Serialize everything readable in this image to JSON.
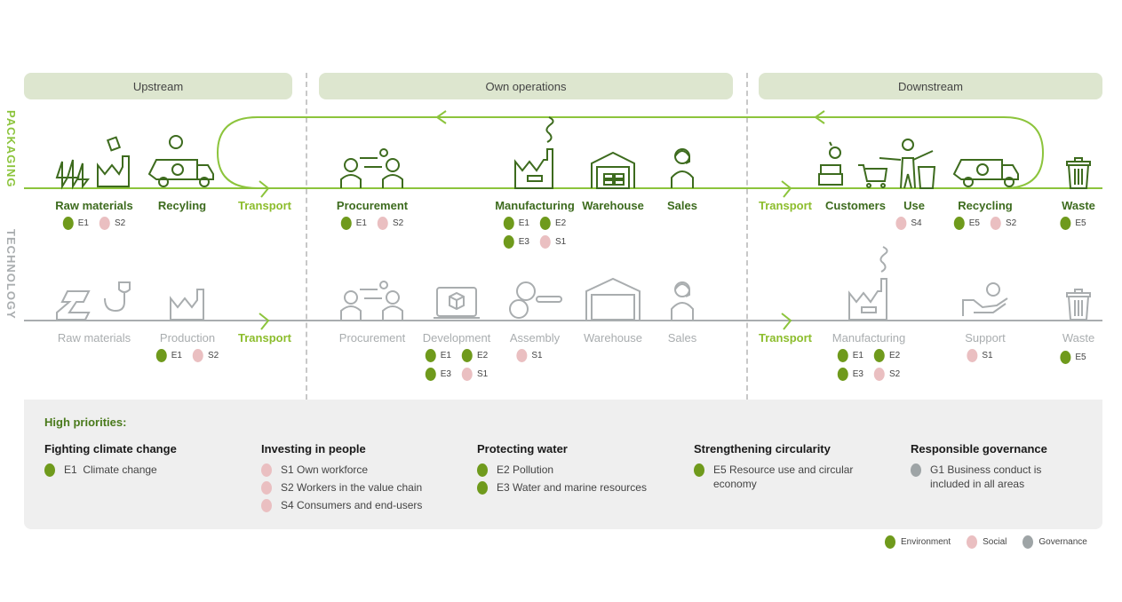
{
  "sections": [
    {
      "id": "upstream",
      "label": "Upstream"
    },
    {
      "id": "own",
      "label": "Own operations"
    },
    {
      "id": "downstream",
      "label": "Downstream"
    }
  ],
  "rows": {
    "packaging": {
      "label": "PACKAGING",
      "stages": [
        {
          "label": "Raw materials",
          "icon": "trees-factory-icon",
          "badges": [
            {
              "code": "E1",
              "type": "env"
            },
            {
              "code": "S2",
              "type": "soc"
            }
          ]
        },
        {
          "label": "Recyling",
          "icon": "recycling-truck-icon",
          "badges": []
        },
        {
          "label": "Transport",
          "icon": "arrow-icon",
          "badges": []
        },
        {
          "label": "Procurement",
          "icon": "procurement-icon",
          "badges": [
            {
              "code": "E1",
              "type": "env"
            },
            {
              "code": "S2",
              "type": "soc"
            }
          ]
        },
        {
          "label": "Manufacturing",
          "icon": "factory-icon",
          "badges": [
            {
              "code": "E1",
              "type": "env"
            },
            {
              "code": "E2",
              "type": "env"
            },
            {
              "code": "E3",
              "type": "env"
            },
            {
              "code": "S1",
              "type": "soc"
            }
          ]
        },
        {
          "label": "Warehouse",
          "icon": "warehouse-icon",
          "badges": []
        },
        {
          "label": "Sales",
          "icon": "sales-person-icon",
          "badges": []
        },
        {
          "label": "Transport",
          "icon": "arrow-icon",
          "badges": []
        },
        {
          "label": "Customers",
          "icon": "customers-icon",
          "badges": []
        },
        {
          "label": "Use",
          "icon": "person-recycling-icon",
          "badges": [
            {
              "code": "S4",
              "type": "soc"
            }
          ]
        },
        {
          "label": "Recycling",
          "icon": "recycling-truck-icon",
          "badges": [
            {
              "code": "E5",
              "type": "env"
            },
            {
              "code": "S2",
              "type": "soc"
            }
          ]
        },
        {
          "label": "Waste",
          "icon": "trash-bin-icon",
          "badges": [
            {
              "code": "E5",
              "type": "env"
            }
          ]
        }
      ]
    },
    "technology": {
      "label": "TECHNOLOGY",
      "stages": [
        {
          "label": "Raw materials",
          "icon": "steel-beam-plug-icon",
          "badges": []
        },
        {
          "label": "Production",
          "icon": "factory-icon",
          "badges": [
            {
              "code": "E1",
              "type": "env"
            },
            {
              "code": "S2",
              "type": "soc"
            }
          ]
        },
        {
          "label": "Transport",
          "icon": "arrow-icon",
          "badges": []
        },
        {
          "label": "Procurement",
          "icon": "procurement-icon",
          "badges": []
        },
        {
          "label": "Development",
          "icon": "laptop-cube-icon",
          "badges": [
            {
              "code": "E1",
              "type": "env"
            },
            {
              "code": "E2",
              "type": "env"
            },
            {
              "code": "E3",
              "type": "env"
            },
            {
              "code": "S1",
              "type": "soc"
            }
          ]
        },
        {
          "label": "Assembly",
          "icon": "gears-conveyor-icon",
          "badges": [
            {
              "code": "S1",
              "type": "soc"
            }
          ]
        },
        {
          "label": "Warehouse",
          "icon": "warehouse-icon",
          "badges": []
        },
        {
          "label": "Sales",
          "icon": "sales-person-icon",
          "badges": []
        },
        {
          "label": "Transport",
          "icon": "arrow-icon",
          "badges": []
        },
        {
          "label": "Manufacturing",
          "icon": "factory-icon",
          "badges": [
            {
              "code": "E1",
              "type": "env"
            },
            {
              "code": "E2",
              "type": "env"
            },
            {
              "code": "E3",
              "type": "env"
            },
            {
              "code": "S2",
              "type": "soc"
            }
          ]
        },
        {
          "label": "Support",
          "icon": "hand-gear-icon",
          "badges": [
            {
              "code": "S1",
              "type": "soc"
            }
          ]
        },
        {
          "label": "Waste",
          "icon": "trash-bin-icon",
          "badges": [
            {
              "code": "E5",
              "type": "env"
            }
          ]
        }
      ]
    }
  },
  "priorities": {
    "title": "High priorities:",
    "columns": [
      {
        "heading": "Fighting climate change",
        "items": [
          {
            "type": "env",
            "text": "E1  Climate change"
          }
        ]
      },
      {
        "heading": "Investing in people",
        "items": [
          {
            "type": "soc",
            "text": "S1 Own workforce"
          },
          {
            "type": "soc",
            "text": "S2 Workers in the value chain"
          },
          {
            "type": "soc",
            "text": "S4 Consumers and end-users"
          }
        ]
      },
      {
        "heading": "Protecting water",
        "items": [
          {
            "type": "env",
            "text": "E2 Pollution"
          },
          {
            "type": "env",
            "text": "E3 Water and marine resources"
          }
        ]
      },
      {
        "heading": "Strengthening circularity",
        "items": [
          {
            "type": "env",
            "text": "E5 Resource use and circular economy"
          }
        ]
      },
      {
        "heading": "Responsible governance",
        "items": [
          {
            "type": "gov",
            "text": "G1 Business conduct is included in all areas"
          }
        ]
      }
    ]
  },
  "legend": [
    {
      "type": "env",
      "label": "Environment"
    },
    {
      "type": "soc",
      "label": "Social"
    },
    {
      "type": "gov",
      "label": "Governance"
    }
  ],
  "colors": {
    "environment": "#6f9a1c",
    "social": "#eabfc1",
    "governance": "#9ea4a6",
    "packaging_line": "#8cc43c",
    "technology_line": "#a9adaf",
    "packaging_icon": "#3d6b1e",
    "section_header_bg": "#dde6cf"
  }
}
